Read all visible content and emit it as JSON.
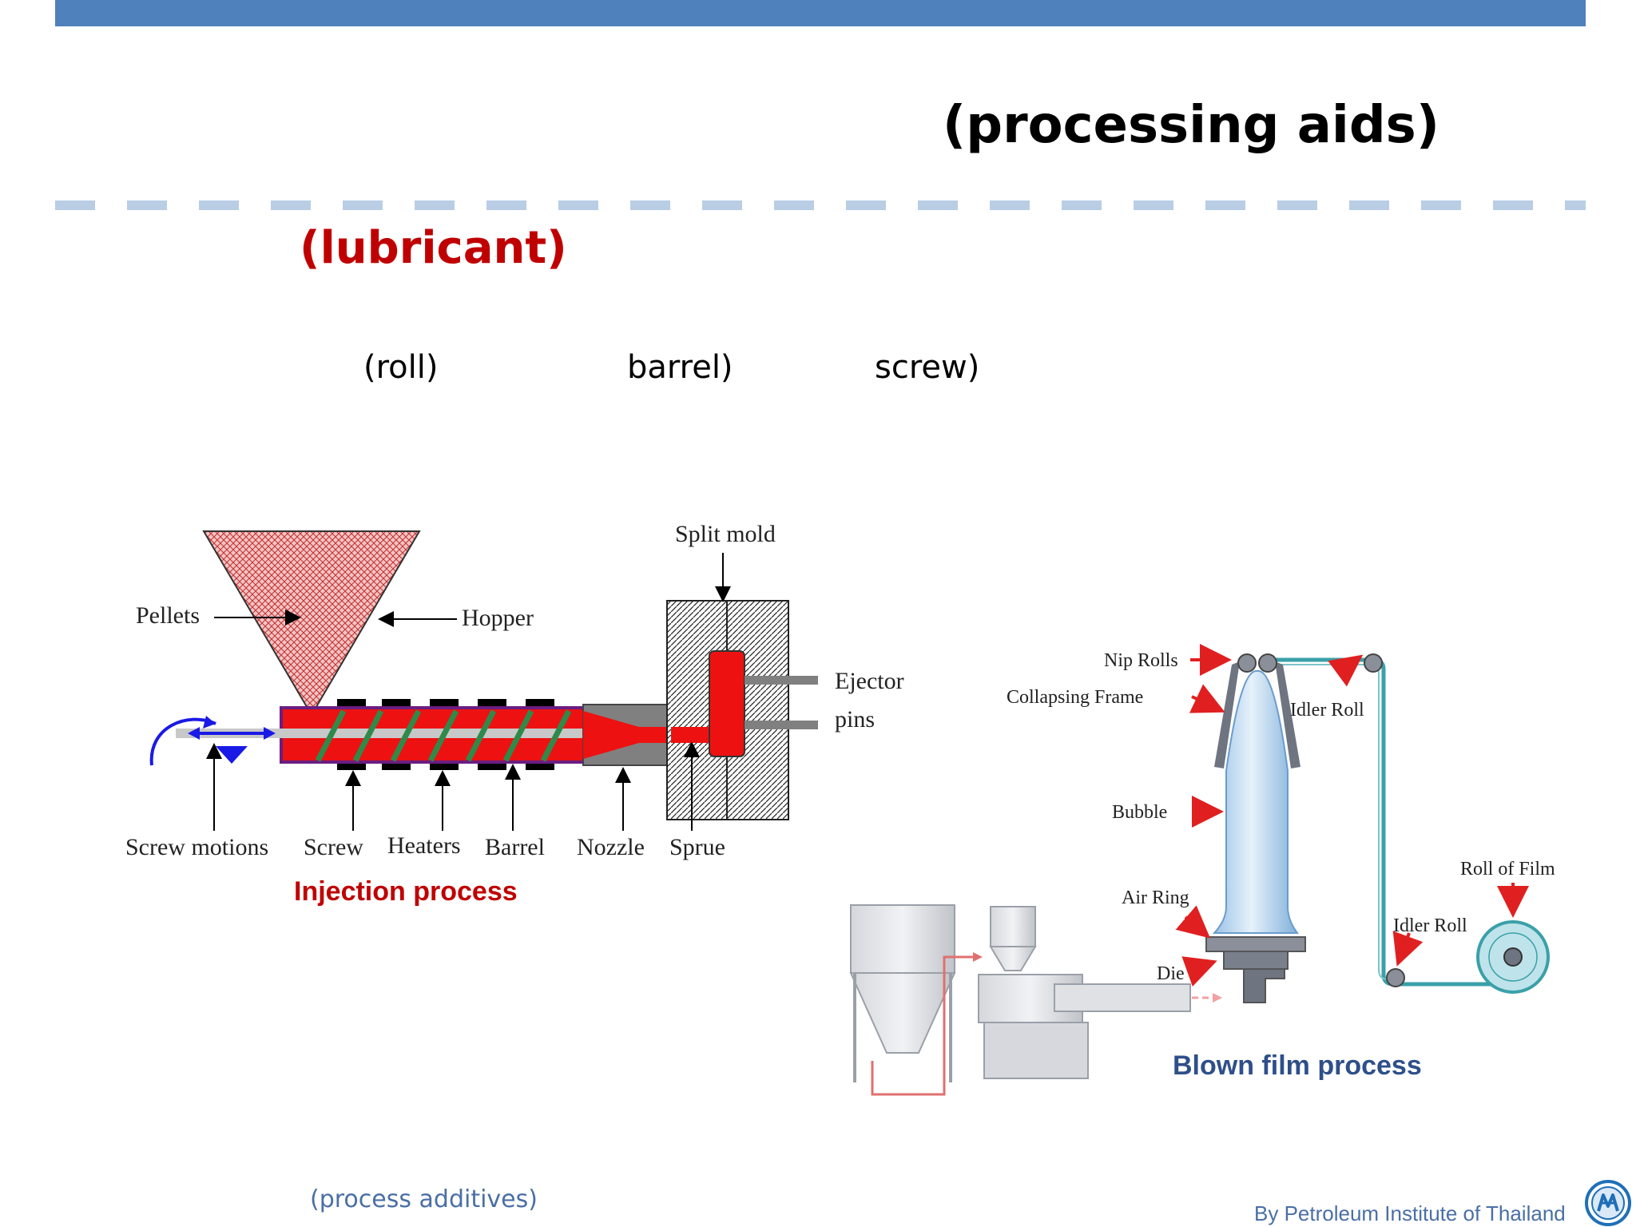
{
  "title": "(processing aids)",
  "subtitle": "(lubricant)",
  "terms": {
    "roll": "(roll)",
    "barrel": "barrel)",
    "screw": "screw)"
  },
  "injection": {
    "caption": "Injection process",
    "labels": {
      "pellets": "Pellets",
      "hopper": "Hopper",
      "split_mold": "Split mold",
      "ejector": "Ejector",
      "pins": "pins",
      "screw_motions": "Screw motions",
      "screw": "Screw",
      "heaters": "Heaters",
      "barrel": "Barrel",
      "nozzle": "Nozzle",
      "sprue": "Sprue"
    }
  },
  "blown": {
    "caption": "Blown film process",
    "labels": {
      "nip_rolls": "Nip Rolls",
      "collapsing_frame": "Collapsing Frame",
      "idler_roll_top": "Idler Roll",
      "bubble": "Bubble",
      "roll_of_film": "Roll of Film",
      "air_ring": "Air Ring",
      "idler_roll_bottom": "Idler Roll",
      "die": "Die"
    }
  },
  "footer": {
    "left": "(process additives)",
    "right": "By Petroleum Institute of Thailand"
  },
  "colors": {
    "accent": "#4f81bd",
    "red": "#c00000",
    "blue_caption": "#2e4f8a"
  }
}
